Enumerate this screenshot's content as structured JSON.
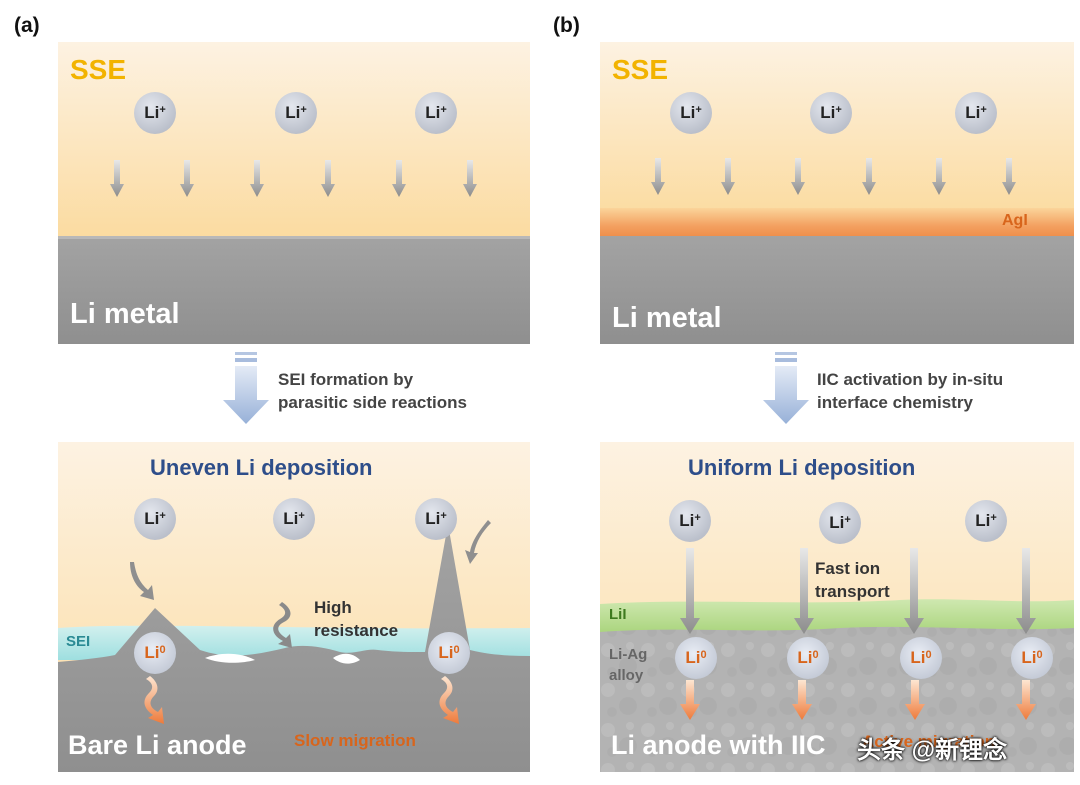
{
  "panels": {
    "a": {
      "label": "(a)",
      "top": {
        "sse": "SSE",
        "ions": [
          "Li",
          "Li",
          "Li"
        ],
        "ion_sup": "+",
        "metal": "Li metal"
      },
      "process": {
        "line1": "SEI formation by",
        "line2": "parasitic side reactions"
      },
      "bottom": {
        "title": "Uneven Li deposition",
        "ions": [
          "Li",
          "Li",
          "Li"
        ],
        "ion_sup": "+",
        "high_resistance_1": "High",
        "high_resistance_2": "resistance",
        "sei": "SEI",
        "li0": [
          "Li",
          "Li"
        ],
        "li0_sup": "0",
        "anode": "Bare Li anode",
        "slow": "Slow migration"
      }
    },
    "b": {
      "label": "(b)",
      "top": {
        "sse": "SSE",
        "ions": [
          "Li",
          "Li",
          "Li"
        ],
        "ion_sup": "+",
        "agi": "AgI",
        "metal": "Li metal"
      },
      "process": {
        "line1": "IIC activation by in-situ",
        "line2": "interface chemistry"
      },
      "bottom": {
        "title": "Uniform Li deposition",
        "ions": [
          "Li",
          "Li",
          "Li"
        ],
        "ion_sup": "+",
        "fast_1": "Fast ion",
        "fast_2": "transport",
        "lii": "LiI",
        "alloy_1": "Li-Ag",
        "alloy_2": "alloy",
        "li0": [
          "Li",
          "Li",
          "Li",
          "Li"
        ],
        "li0_sup": "0",
        "anode": "Li anode with IIC",
        "active": "Active migration"
      }
    }
  },
  "watermark": "头条 @新锂念",
  "colors": {
    "sse_text": "#f2b300",
    "title_blue": "#2e4e8a",
    "orange": "#d8651c",
    "metal_grey": "#9a9a9a"
  }
}
